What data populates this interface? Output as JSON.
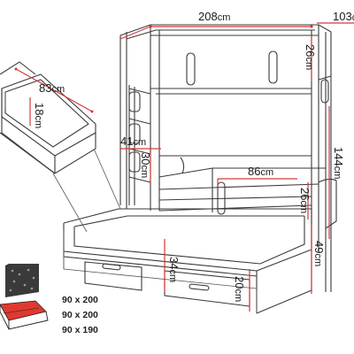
{
  "dimensions": {
    "width_total": "208",
    "depth_total": "103",
    "drawer_width": "83",
    "drawer_height": "18",
    "post_top_height": "26",
    "ladder_height": "41",
    "ladder_step": "30",
    "guard_width": "86",
    "guard_height": "26",
    "total_height": "144",
    "lower_bed_height": "49",
    "trundle_height": "34",
    "trundle_drawer_height": "20",
    "unit": "cm"
  },
  "mattress_sizes": [
    "90 x 200",
    "90 x 200",
    "90 x 190"
  ],
  "colors": {
    "dimension_line": "#d23a3a",
    "outline": "#3a3a3a",
    "mattress_top": "#3a3a3a",
    "mattress_side": "#e0392f"
  }
}
